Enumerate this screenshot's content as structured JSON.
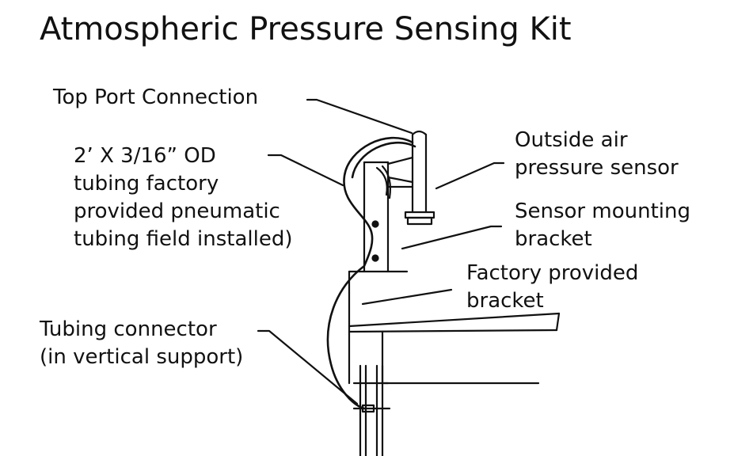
{
  "title": "Atmospheric Pressure Sensing Kit",
  "labels": {
    "top_port": [
      "Top Port Connection"
    ],
    "tubing": [
      "2’ X 3/16” OD",
      "tubing factory",
      "provided pneumatic",
      "tubing field installed)"
    ],
    "outside_air": [
      "Outside air",
      "pressure sensor"
    ],
    "mounting_bracket": [
      "Sensor mounting",
      "bracket"
    ],
    "factory_bracket": [
      "Factory provided",
      "bracket"
    ],
    "tubing_connector": [
      "Tubing connector",
      "(in vertical support)"
    ]
  }
}
